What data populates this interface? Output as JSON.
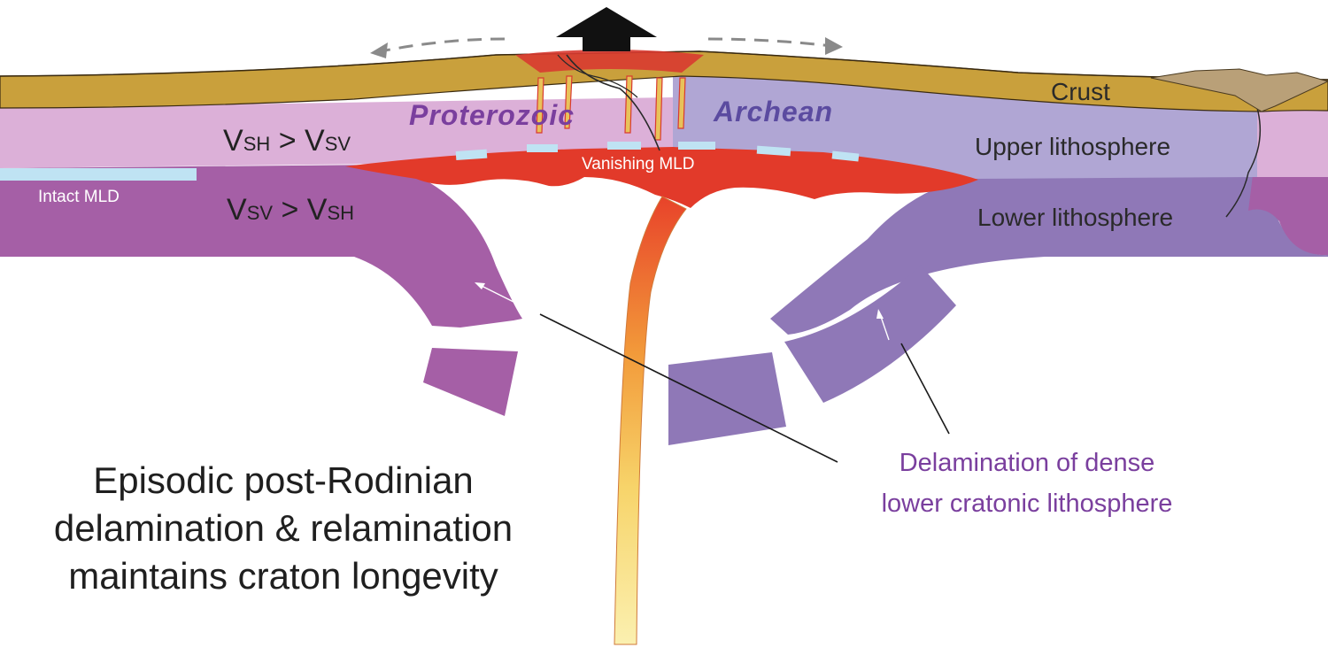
{
  "labels": {
    "crust": "Crust",
    "upper_lithosphere": "Upper lithosphere",
    "lower_lithosphere": "Lower lithosphere",
    "proterozoic": "Proterozoic",
    "archean": "Archean",
    "intact_mld": "Intact MLD",
    "vanishing_mld": "Vanishing MLD",
    "vsh_gt_vsv": {
      "v1": "V",
      "s1": "SH",
      "op": " > ",
      "v2": "V",
      "s2": "SV"
    },
    "vsv_gt_vsh": {
      "v1": "V",
      "s1": "SV",
      "op": " > ",
      "v2": "V",
      "s2": "SH"
    }
  },
  "caption": {
    "line1": "Episodic post-Rodinian",
    "line2": "delamination & relamination",
    "line3": "maintains craton longevity"
  },
  "annotation": {
    "line1": "Delamination of dense",
    "line2": "lower cratonic lithosphere"
  },
  "colors": {
    "crust": "#c9a03c",
    "upper_lithosphere_proterozoic": "#dcb0d8",
    "upper_lithosphere_archean": "#b0a6d4",
    "lower_lithosphere_proterozoic": "#a55fa6",
    "lower_lithosphere_archean": "#8f78b7",
    "melt": "#e23a2a",
    "plume_core": "#f7e27a",
    "mld_intact": "#bfe3f3",
    "annotation": "#7a3f9e"
  }
}
